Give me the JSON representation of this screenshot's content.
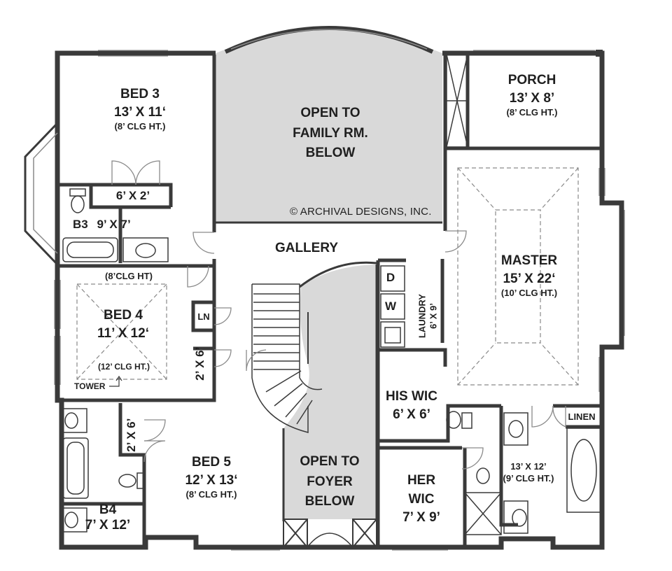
{
  "copyright": "© ARCHIVAL DESIGNS, INC.",
  "rooms": {
    "bed3": {
      "name": "BED 3",
      "size": "13’ X 11‘",
      "clg": "(8’ CLG HT.)"
    },
    "closet3": {
      "size": "6’ X 2’"
    },
    "bath3": {
      "name": "B3",
      "size": "9’ X 7’"
    },
    "open_family": {
      "line1": "OPEN TO",
      "line2": "FAMILY RM.",
      "line3": "BELOW"
    },
    "porch": {
      "name": "PORCH",
      "size": "13’ X 8’",
      "clg": "(8’ CLG HT.)"
    },
    "gallery": {
      "name": "GALLERY"
    },
    "master": {
      "name": "MASTER",
      "size": "15’ X 22‘",
      "clg": "(10’ CLG HT.)"
    },
    "bed4": {
      "name": "BED 4",
      "size": "11’ X 12‘",
      "clg": "(12’ CLG HT.)",
      "clg_above": "(8’CLG HT)",
      "tower": "TOWER"
    },
    "linen_small": {
      "name": "LN"
    },
    "closet4": {
      "size": "2’ X 6’"
    },
    "laundry": {
      "name": "LAUNDRY",
      "size": "6’ X 9’",
      "dryer": "D",
      "washer": "W"
    },
    "his_wic": {
      "name": "HIS WIC",
      "size": "6’ X 6’"
    },
    "linen": {
      "name": "LINEN"
    },
    "master_bath": {
      "size": "13’ X 12’",
      "clg": "(9’ CLG HT.)"
    },
    "closet5": {
      "size": "2’ X 6’"
    },
    "bed5": {
      "name": "BED 5",
      "size": "12’ X 13‘",
      "clg": "(8’ CLG HT.)"
    },
    "open_foyer": {
      "line1": "OPEN TO",
      "line2": "FOYER",
      "line3": "BELOW"
    },
    "her_wic": {
      "name": "HER",
      "name2": "WIC",
      "size": "7’ X 9’"
    },
    "bath4": {
      "name": "B4",
      "size": "7’ X 12’"
    }
  },
  "colors": {
    "wall": "#3a3a3a",
    "open_area": "#d9d9d9",
    "thin_line": "#8a8a8a",
    "background": "#ffffff"
  }
}
